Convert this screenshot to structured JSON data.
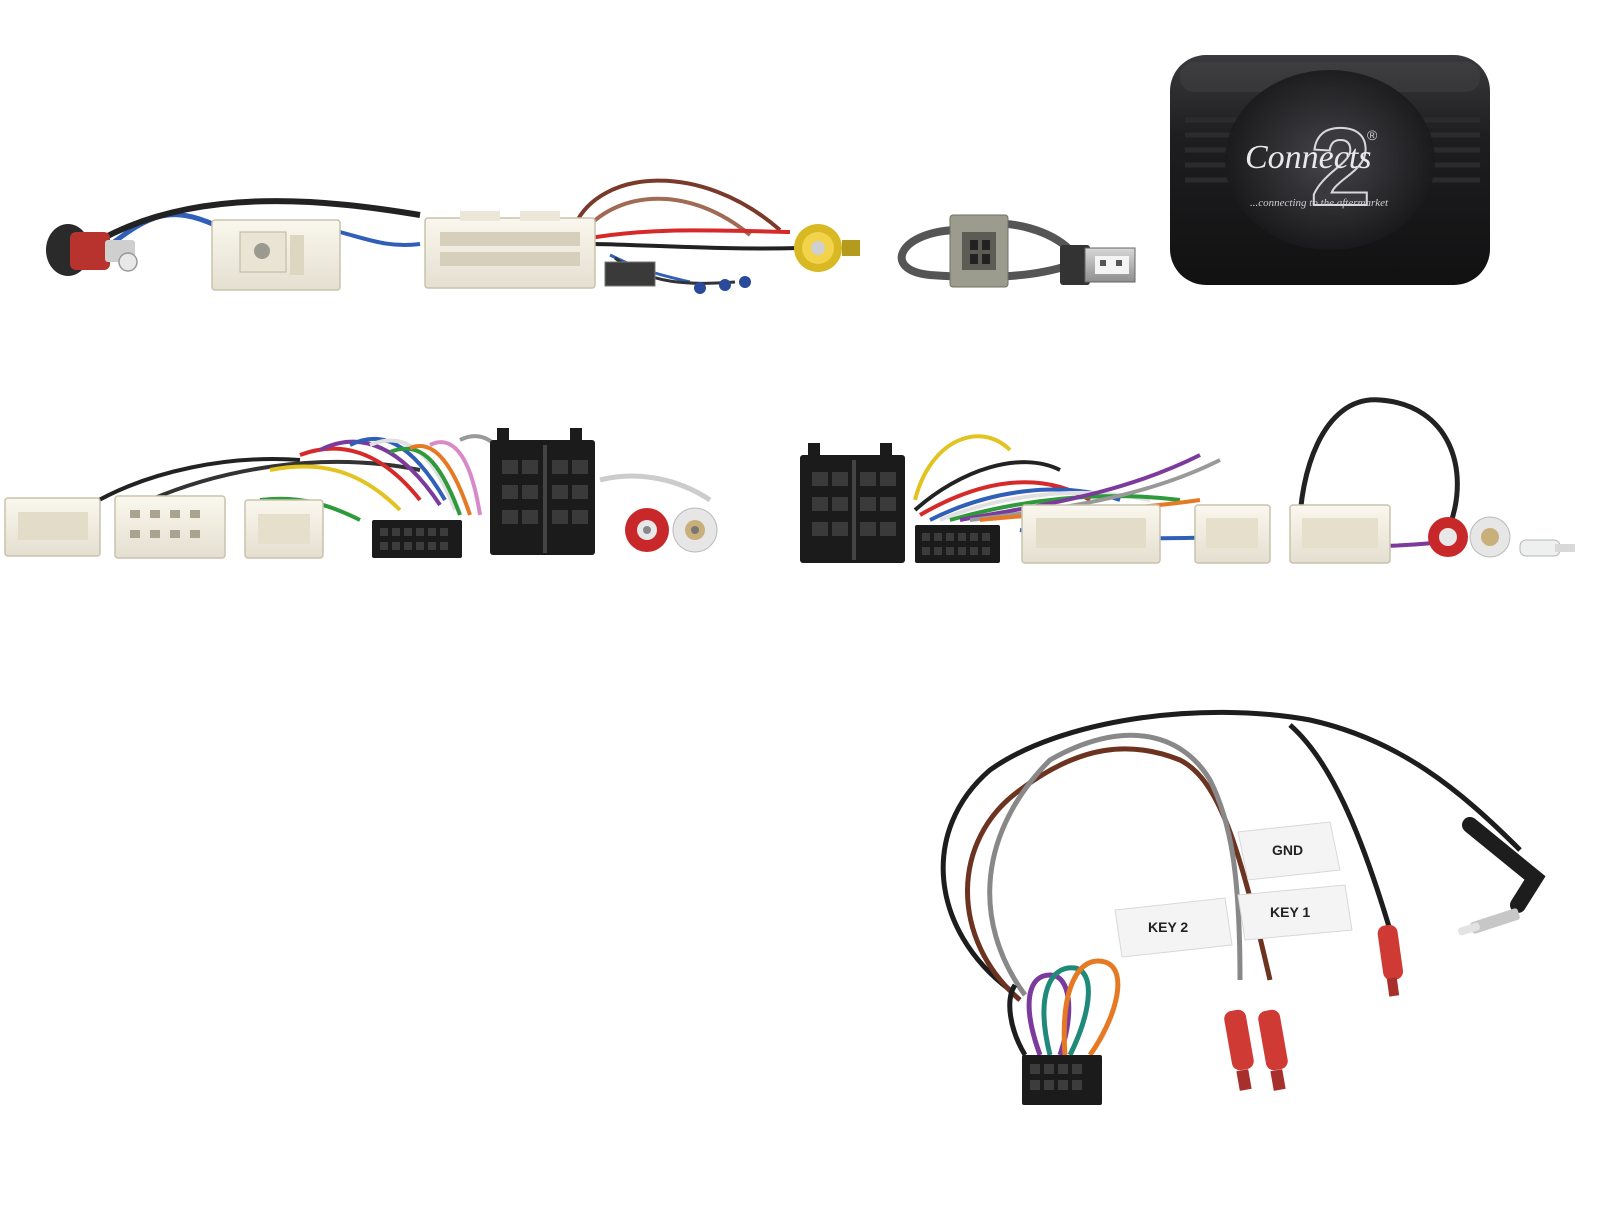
{
  "module": {
    "brand_numeral": "2",
    "brand_name": "Connects",
    "registered_mark": "®",
    "tagline": "...connecting to the aftermarket"
  },
  "patch_lead": {
    "labels": {
      "gnd": "GND",
      "key1": "KEY 1",
      "key2": "KEY 2"
    }
  },
  "colors": {
    "background": "#ffffff",
    "module_body": "#1c1c1e",
    "connector_white": "#f2eee3",
    "connector_black": "#1b1b1b",
    "rca_red": "#c9282b",
    "rca_yellow": "#e5c42b",
    "pin_red": "#d03a35"
  }
}
